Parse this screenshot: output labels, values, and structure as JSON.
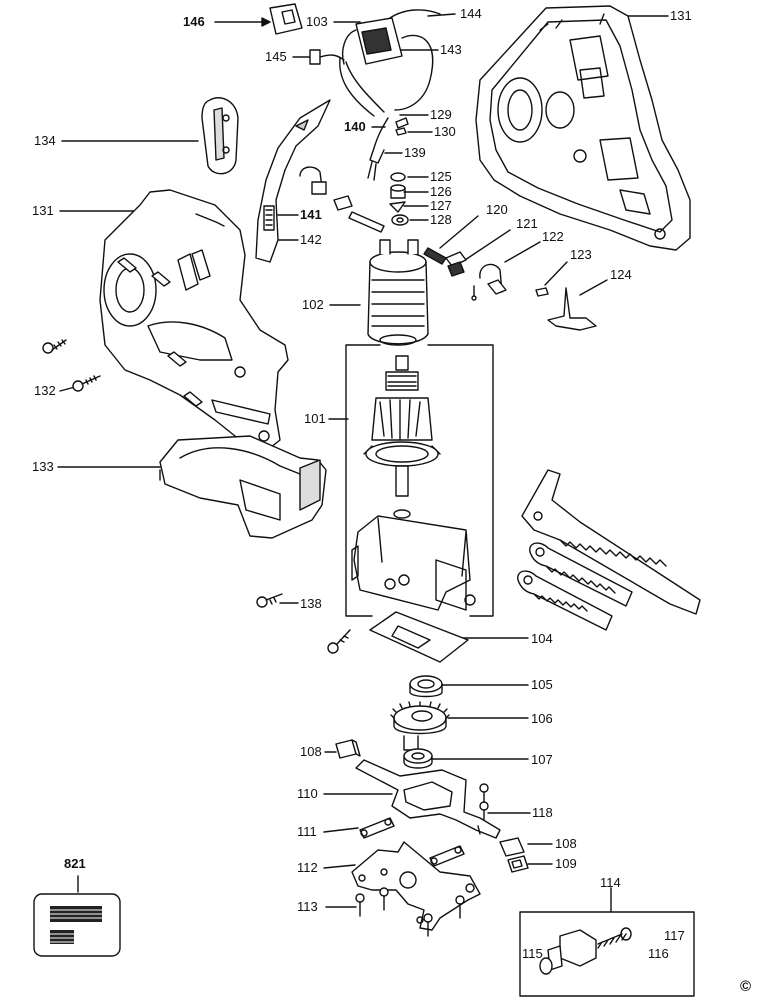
{
  "labels": {
    "l146": "146",
    "l103": "103",
    "l144": "144",
    "l131a": "131",
    "l145": "145",
    "l143": "143",
    "l134": "134",
    "l129": "129",
    "l140": "140",
    "l130": "130",
    "l139": "139",
    "l125": "125",
    "l126": "126",
    "l127": "127",
    "l128": "128",
    "l131b": "131",
    "l141": "141",
    "l142": "142",
    "l120": "120",
    "l121": "121",
    "l122": "122",
    "l123": "123",
    "l124": "124",
    "l102": "102",
    "l132": "132",
    "l101": "101",
    "l133": "133",
    "l138": "138",
    "l104": "104",
    "l105": "105",
    "l106": "106",
    "l108a": "108",
    "l107": "107",
    "l110": "110",
    "l118": "118",
    "l111": "111",
    "l108b": "108",
    "l109": "109",
    "l821": "821",
    "l112": "112",
    "l114": "114",
    "l113": "113",
    "l117": "117",
    "l115": "115",
    "l116": "116"
  },
  "copyright": "©",
  "colors": {
    "line": "#111111",
    "fill": "#ffffff",
    "shade": "#cfcfcf"
  }
}
